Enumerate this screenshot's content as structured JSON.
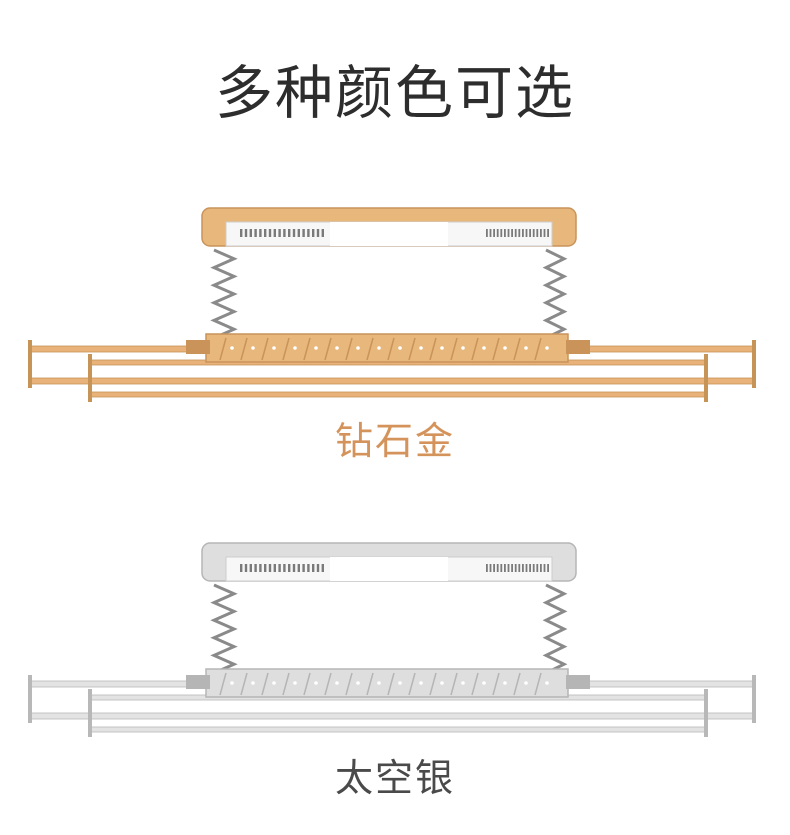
{
  "title": "多种颜色可选",
  "variants": [
    {
      "label": "钻石金",
      "label_color": "#d4935a",
      "frame_color": "#e8b77c",
      "frame_dark": "#c9935a",
      "rod_color": "#e8b27a",
      "rod_dark": "#c79458"
    },
    {
      "label": "太空银",
      "label_color": "#4a4a4a",
      "frame_color": "#dedede",
      "frame_dark": "#b5b5b5",
      "rod_color": "#e3e3e3",
      "rod_dark": "#b8b8b8"
    }
  ]
}
